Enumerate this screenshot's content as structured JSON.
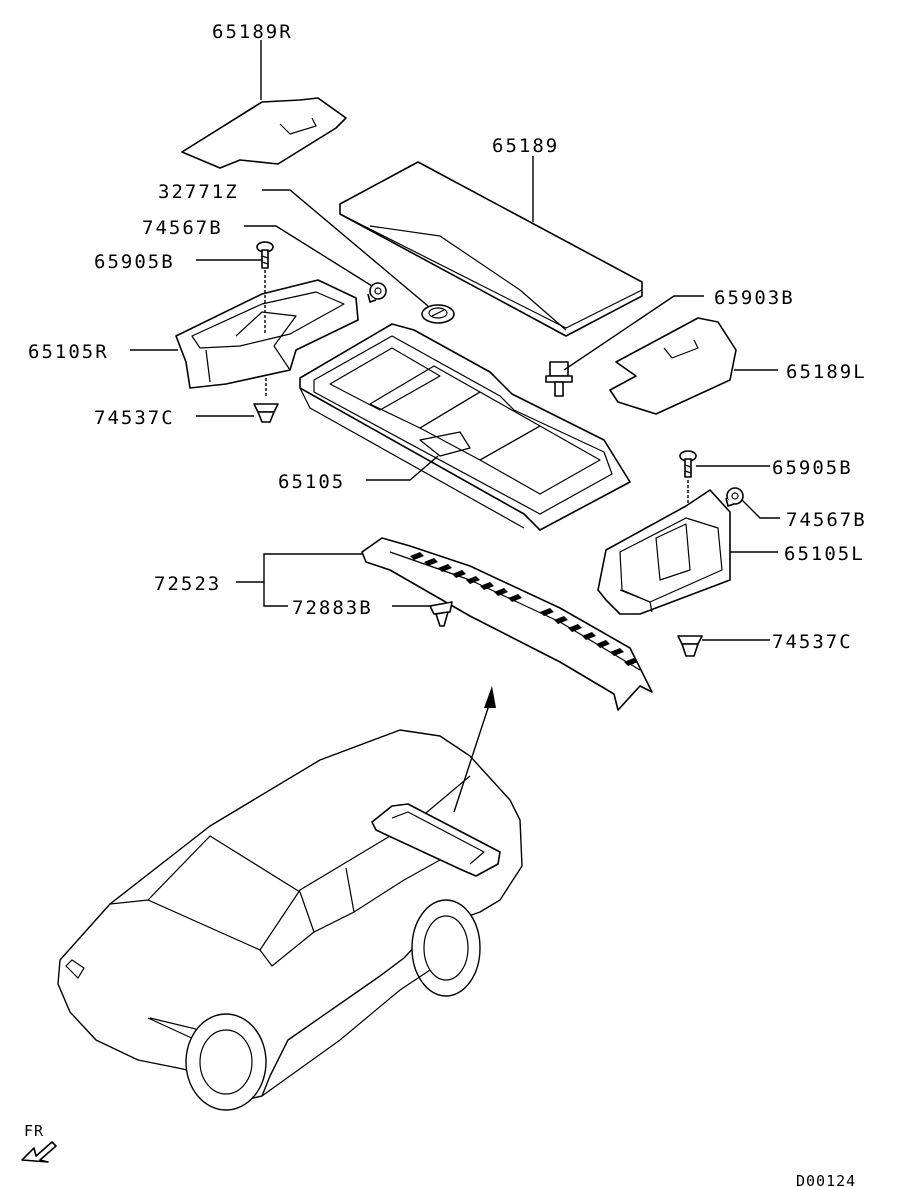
{
  "diagram": {
    "labels": {
      "p65189r": "65189R",
      "p65189": "65189",
      "p32771z": "32771Z",
      "p74567b_left": "74567B",
      "p65905b_left": "65905B",
      "p65105r": "65105R",
      "p74537c_left": "74537C",
      "p65903b": "65903B",
      "p65189l": "65189L",
      "p65105": "65105",
      "p65905b_right": "65905B",
      "p74567b_right": "74567B",
      "p65105l": "65105L",
      "p72523": "72523",
      "p72883b": "72883B",
      "p74537c_right": "74537C"
    },
    "direction_label": "FR",
    "diagram_code": "D00124"
  }
}
